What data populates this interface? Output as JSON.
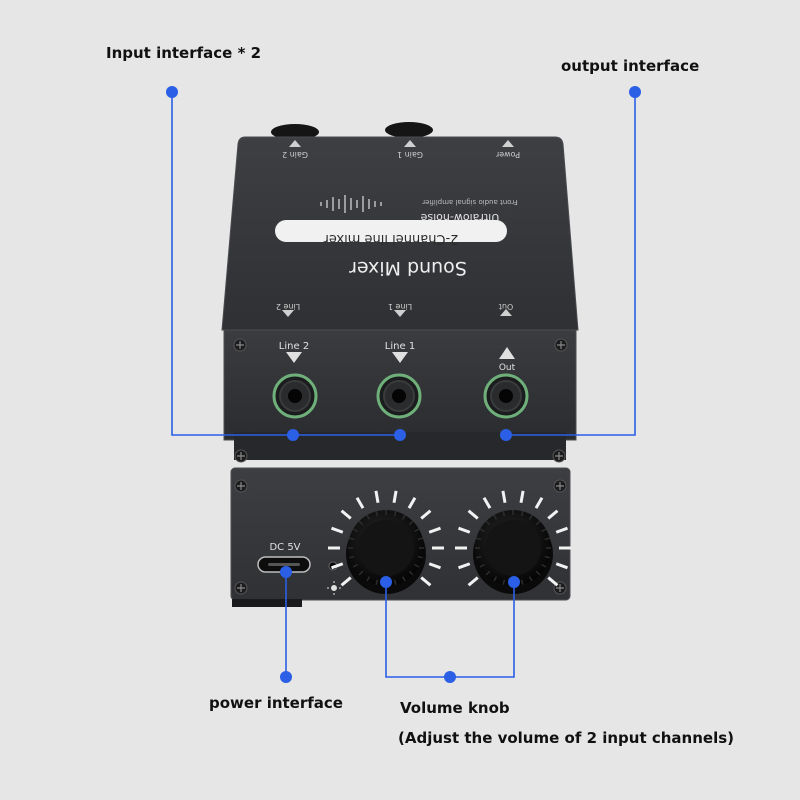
{
  "callouts": {
    "input_interface": "Input interface * 2",
    "output_interface": "output interface",
    "power_interface": "power interface",
    "volume_knob": "Volume knob",
    "volume_knob_note": "(Adjust the volume of 2 input channels)"
  },
  "device": {
    "top_title": "Sound Mixer",
    "top_badge": "2-Channel line mixer",
    "top_subtitle": "Ultralow-noise",
    "top_small": "Front audio signal amplifier",
    "top_rear_labels": [
      "Gain 2",
      "Gain 1",
      "Power"
    ],
    "top_front_labels": [
      "Line 2",
      "Line 1",
      "Out"
    ],
    "front_labels": [
      "Line 2",
      "Line 1",
      "Out"
    ],
    "dc_label": "DC 5V"
  },
  "colors": {
    "accent": "#2a5fe6",
    "background": "#e6e6e6",
    "body": "#3a3c3f",
    "jack_ring": "#5fa36a"
  }
}
